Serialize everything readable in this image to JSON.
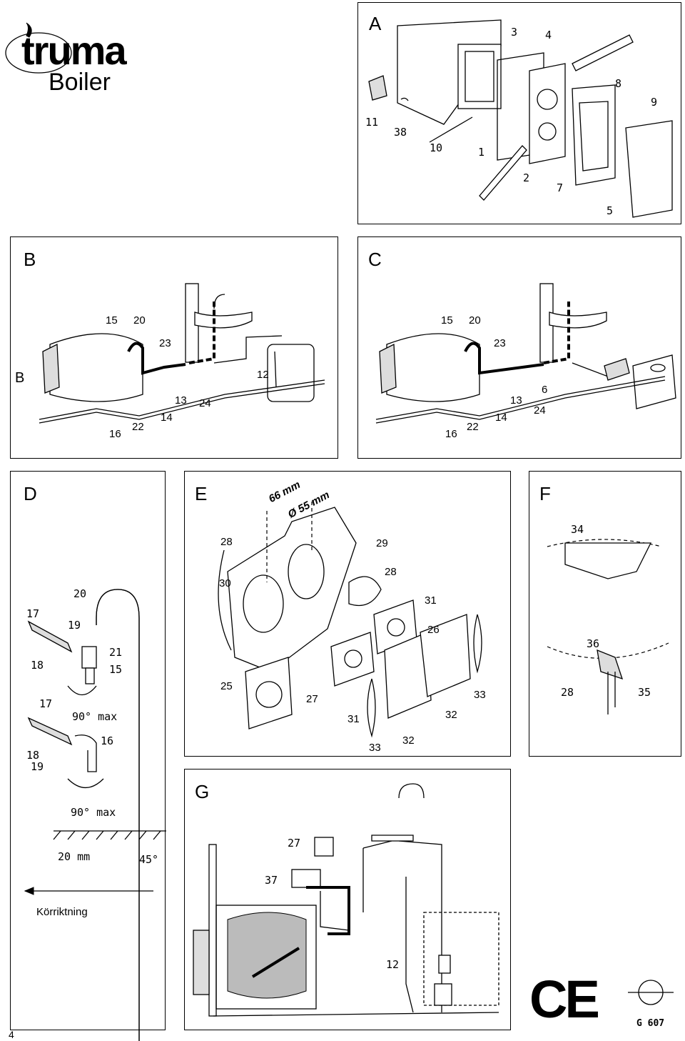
{
  "header": {
    "brand": "truma",
    "product": "Boiler"
  },
  "page_number": "4",
  "panels": {
    "A": {
      "letter": "A",
      "callouts": [
        "3",
        "4",
        "8",
        "9",
        "11",
        "38",
        "10",
        "1",
        "2",
        "7",
        "5"
      ]
    },
    "B": {
      "letter": "B",
      "side_label": "B",
      "callouts": [
        "15",
        "20",
        "23",
        "12",
        "13",
        "24",
        "14",
        "16",
        "22"
      ]
    },
    "C": {
      "letter": "C",
      "callouts": [
        "15",
        "20",
        "23",
        "6",
        "13",
        "24",
        "14",
        "16",
        "22"
      ]
    },
    "D": {
      "letter": "D",
      "callouts": [
        "20",
        "17",
        "19",
        "18",
        "21",
        "15",
        "17",
        "16",
        "18",
        "19"
      ],
      "angle_label_1": "90° max",
      "angle_label_2": "90° max",
      "dim_20mm": "20 mm",
      "dim_45": "45°",
      "direction": "Körriktning"
    },
    "E": {
      "letter": "E",
      "dim_66": "66 mm",
      "dim_55": "Ø 55 mm",
      "callouts": [
        "28",
        "29",
        "30",
        "28",
        "31",
        "26",
        "25",
        "27",
        "31",
        "33",
        "32",
        "32",
        "33"
      ]
    },
    "F": {
      "letter": "F",
      "callouts": [
        "34",
        "36",
        "28",
        "35"
      ]
    },
    "G": {
      "letter": "G",
      "callouts": [
        "27",
        "37",
        "12"
      ]
    }
  },
  "marks": {
    "ce": "CE",
    "gas_code": "G 607"
  }
}
